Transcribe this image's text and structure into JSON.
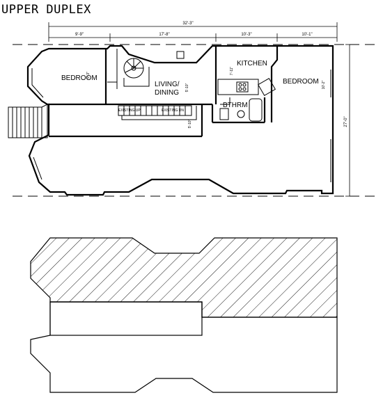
{
  "title": "UPPER DUPLEX",
  "dimensions": {
    "overall_width": "32'-3\"",
    "seg1": "9'-9\"",
    "seg2": "17'-8\"",
    "seg3": "10'-3\"",
    "seg4": "10'-1\"",
    "overall_depth": "27'-0\"",
    "bedroom1_side": "9'-3\"",
    "living_side": "5'-10\"",
    "kitchen_side": "7'-11\"",
    "bedroom2_side": "10'-2\"",
    "stair_side": "5'-10\""
  },
  "rooms": {
    "bedroom1": "BEDROOM",
    "living_line1": "LIVING/",
    "living_line2": "DINING",
    "kitchen": "KITCHEN",
    "bedroom2": "BEDROOM",
    "bath": "BTHRM"
  },
  "notes": {
    "stair_down": "EXISTING UP",
    "stair_up": "EXISTING DN"
  }
}
